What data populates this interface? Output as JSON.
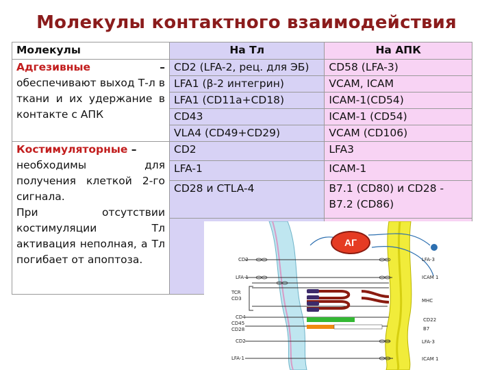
{
  "title": "Молекулы контактного взаимодействия",
  "table": {
    "headers": [
      "Молекулы",
      "На Тл",
      "На АПК"
    ],
    "groups": [
      {
        "name": "Адгезивные",
        "dash": "–",
        "description": "обеспечивают выход Т-л в ткани и их удержание в контакте с АПК",
        "rows": [
          {
            "tl": "CD2 (LFA-2, рец. для ЭБ)",
            "apk": "CD58 (LFA-3)"
          },
          {
            "tl": "LFA1 (β-2 интегрин)",
            "apk": "VCAM, ICAM"
          },
          {
            "tl": "LFA1 (CD11a+CD18)",
            "apk": "ICAM-1(CD54)"
          },
          {
            "tl": "CD43",
            "apk": "ICAM-1 (CD54)"
          },
          {
            "tl": "VLA4 (CD49+CD29)",
            "apk": "VCAM (CD106)"
          }
        ]
      },
      {
        "name": "Костимуляторные",
        "dash": " –",
        "description": "необходимы для получения клеткой 2-го сигнала.",
        "description2": "При отсутствии костимуляции Тл активация неполная, а Тл погибает от апоптоза.",
        "rows": [
          {
            "tl": "CD2",
            "apk": "LFA3"
          },
          {
            "tl": "LFA-1",
            "apk": "ICAM-1"
          },
          {
            "tl": "CD28 и CTLA-4",
            "apk": "B7.1 (CD80) и CD28 - B7.2 (CD86)"
          }
        ]
      }
    ]
  },
  "figure": {
    "antigen_label": "АГ",
    "left_labels": [
      "CD2",
      "LFA-1",
      "TCR",
      "CD3",
      "CD4",
      "CD45",
      "CD28",
      "CD2",
      "LFA-1"
    ],
    "right_labels": [
      "LFA-3",
      "ICAM 1",
      "MHC",
      "CD22",
      "B7",
      "LFA-3",
      "ICAM 1"
    ]
  },
  "colors": {
    "title": "#8b1c1c",
    "tl_column": "#d7d2f5",
    "apk_column": "#f8d3f4",
    "highlight_red": "#c21d1d",
    "tcell_membrane": "#bfe6f0",
    "apc_membrane": "#f1ec3a",
    "antigen": "#e53b23"
  }
}
